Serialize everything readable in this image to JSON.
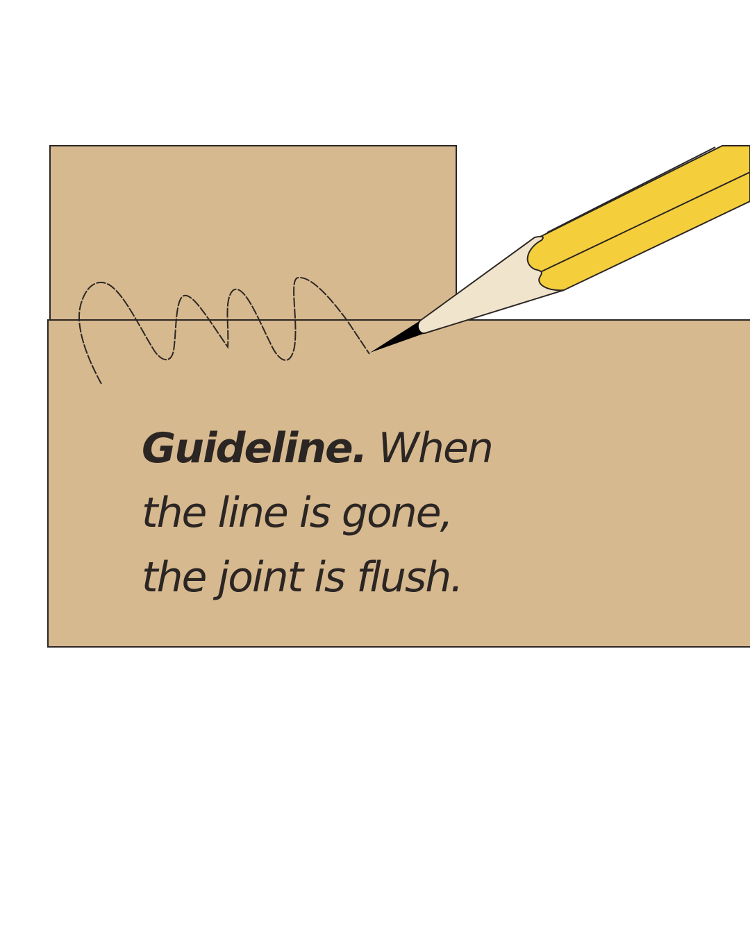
{
  "caption": {
    "title": "Guideline.",
    "line1_rest": " When",
    "line2": "the line is gone,",
    "line3": "the joint is flush."
  },
  "colors": {
    "wood": "#d7b98f",
    "pencil_body": "#f5ce3c",
    "pencil_wood": "#f0e4cc",
    "lead": "#000000",
    "outline": "#2b2624"
  }
}
